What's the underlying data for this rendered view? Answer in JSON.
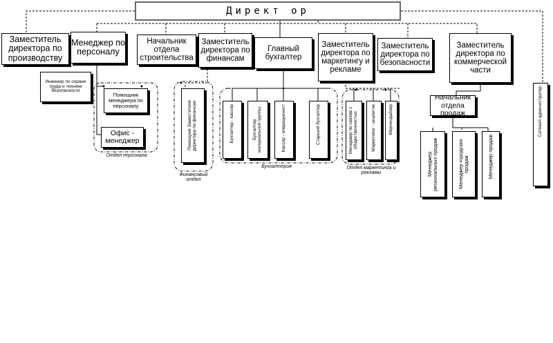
{
  "director": {
    "title": "Директ ор"
  },
  "level1": {
    "deputy_production": "Заместитель директора по производству",
    "hr_manager": "Менеджер по персоналу",
    "construction_head": "Начальник отдела строительства",
    "deputy_finance": "Заместитель директора по финансам",
    "chief_accountant": "Главный бухгалтер",
    "deputy_marketing": "Заместитель директора по маркетингу и рекламе",
    "deputy_security": "Заместитель директора по безопасности",
    "deputy_commercial": "Заместитель директора по коммерческой части"
  },
  "safety_engineer": "Инженер по охране труда и технике безопасности",
  "hr_department": {
    "assistant": "Помощник менеджера по персоналу",
    "office_manager": "Офис - менеджер",
    "label": "Отдел персонала"
  },
  "finance_department": {
    "assistant": "Помощник Заместителя директора по финансам",
    "label": "Финансовый отдел"
  },
  "accounting": {
    "cashier_accountant": "Бухгалтер - кассир",
    "materials_accountant": "Бухгалтер материальной группы",
    "cashier_operator": "Кассир - операционист",
    "senior_accountant": "Старший бухгалтер",
    "label": "Бухгалтерия"
  },
  "marketing_department": {
    "pr_manager": "Менеджер по связям с общественностью",
    "analyst": "Маркетолог - аналитик",
    "merchandiser": "Мерчендайзер",
    "label": "Отдел маркетинга и рекламы"
  },
  "sales": {
    "head": "Начальник отдела продаж",
    "regional": "Менеджер региональных продаж",
    "city": "Менеджер городских продаж",
    "manager": "Менеджер продаж"
  },
  "network_admin": "Сетевой администратор"
}
